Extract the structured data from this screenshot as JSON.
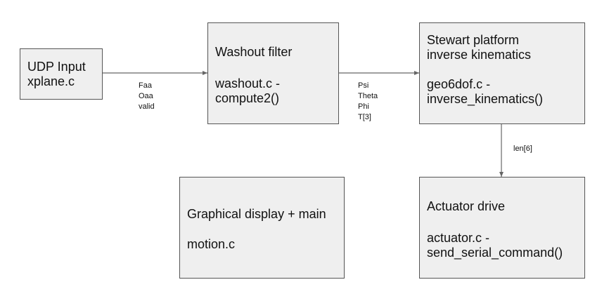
{
  "diagram": {
    "nodes": {
      "udp": {
        "line1": "UDP Input",
        "line2": "xplane.c"
      },
      "washout": {
        "title": "Washout filter",
        "code1": "washout.c -",
        "code2": "compute2()"
      },
      "stewart": {
        "title1": "Stewart platform",
        "title2": "inverse kinematics",
        "code1": "geo6dof.c -",
        "code2": "inverse_kinematics()"
      },
      "actuator": {
        "title": "Actuator drive",
        "code1": "actuator.c -",
        "code2": "send_serial_command()"
      },
      "display": {
        "title": "Graphical display + main",
        "code": "motion.c"
      }
    },
    "edges": {
      "udp_to_washout": [
        "Faa",
        "Oaa",
        "valid"
      ],
      "washout_to_stewart": [
        "Psi",
        "Theta",
        "Phi",
        "T[3]"
      ],
      "stewart_to_actuator": [
        "len[6]"
      ]
    },
    "colors": {
      "box_fill": "#efefef",
      "box_border": "#555555",
      "arrow": "#666666"
    }
  }
}
